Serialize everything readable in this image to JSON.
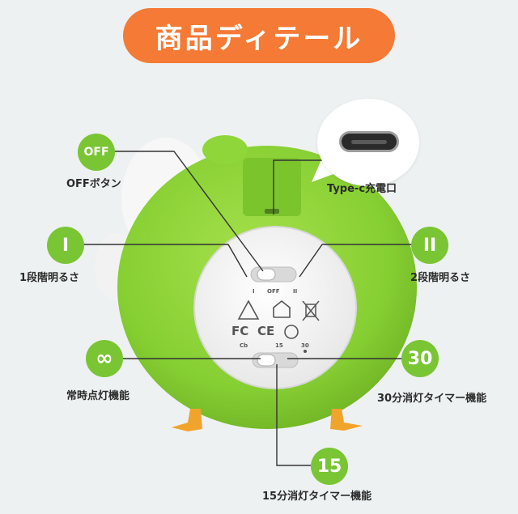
{
  "header": {
    "title": "商品ディテール"
  },
  "callouts": {
    "off": {
      "badge": "OFF",
      "label": "OFFボタン"
    },
    "type_c": {
      "label": "Type-c充電口"
    },
    "level1": {
      "badge": "I",
      "label": "1段階明るさ"
    },
    "level2": {
      "badge": "II",
      "label": "2段階明るさ"
    },
    "constant": {
      "badge": "∞",
      "label": "常時点灯機能"
    },
    "timer30": {
      "badge": "30",
      "label": "30分消灯タイマー機能"
    },
    "timer15": {
      "badge": "15",
      "label": "15分消灯タイマー機能"
    }
  },
  "device": {
    "switch_top": {
      "left": "I",
      "center": "OFF",
      "right": "II"
    },
    "switch_bottom": {
      "left": "Cb",
      "center": "15",
      "right": "30"
    },
    "cert_marks": [
      "FC",
      "CE"
    ]
  },
  "colors": {
    "accent_orange": "#f47a36",
    "badge_green": "#79c534",
    "body_green": "#8fd63a"
  }
}
